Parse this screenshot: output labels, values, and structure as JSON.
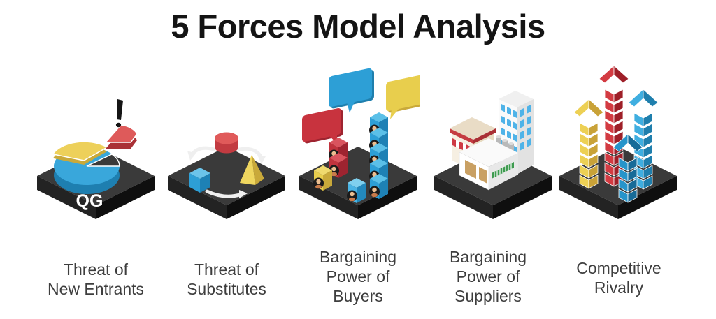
{
  "title": "5 Forces Model Analysis",
  "watermark": "QG",
  "forces": [
    {
      "name": "threat-of-new-entrants",
      "label": "Threat of\nNew Entrants",
      "icon": "pie-chart-new-slice-icon"
    },
    {
      "name": "threat-of-substitutes",
      "label": "Threat of\nSubstitutes",
      "icon": "shapes-swap-cycle-icon"
    },
    {
      "name": "bargaining-power-of-buyers",
      "label": "Bargaining\nPower of\nBuyers",
      "icon": "buyer-blocks-speech-bubbles-icon"
    },
    {
      "name": "bargaining-power-of-suppliers",
      "label": "Bargaining\nPower of\nSuppliers",
      "icon": "supplier-buildings-icon"
    },
    {
      "name": "competitive-rivalry",
      "label": "Competitive\nRivalry",
      "icon": "rising-arrows-icon"
    }
  ],
  "palette": {
    "red": "#C8353C",
    "blue": "#2D9FD6",
    "yellow": "#EDD054",
    "platform_top": "#3A3A3A",
    "platform_side": "#101010",
    "label_text": "#3E3E3E"
  }
}
